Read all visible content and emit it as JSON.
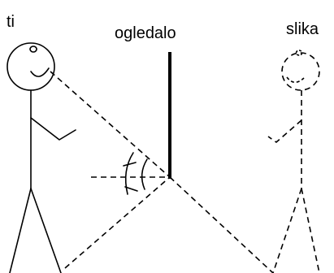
{
  "labels": {
    "you": "ti",
    "mirror": "ogledalo",
    "image": "slika"
  }
}
